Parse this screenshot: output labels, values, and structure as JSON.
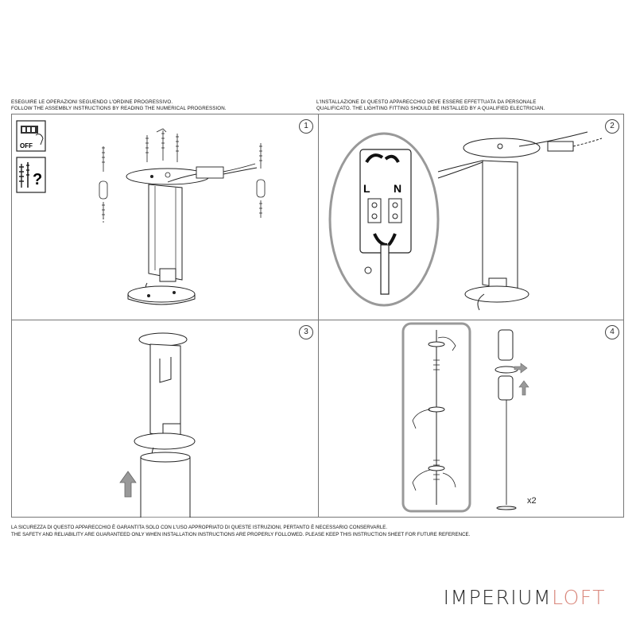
{
  "header": {
    "left_line1": "ESEGUIRE LE OPERAZIONI SEGUENDO L'ORDINE PROGRESSIVO.",
    "left_line2": "FOLLOW THE ASSEMBLY INSTRUCTIONS BY READING THE NUMERICAL PROGRESSION.",
    "right_line1": "L'INSTALLAZIONE DI QUESTO APPARECCHIO DEVE ESSERE EFFETTUATA DA PERSONALE",
    "right_line2": "QUALIFICATO. THE LIGHTING FITTING SHOULD BE INSTALLED BY A QUALIFIED ELECTRICIAN."
  },
  "steps": [
    {
      "number": "1",
      "icons": {
        "switch_label": "OFF",
        "tools_label": "?"
      }
    },
    {
      "number": "2",
      "terminal_left": "L",
      "terminal_right": "N"
    },
    {
      "number": "3"
    },
    {
      "number": "4",
      "quantity": "x2"
    }
  ],
  "footer": {
    "line1": "LA SICUREZZA DI QUESTO APPARECCHIO È GARANTITA SOLO CON L'USO APPROPRIATO DI QUESTE ISTRUZIONI, PERTANTO È NECESSARIO CONSERVARLE.",
    "line2": "THE SAFETY AND RELIABILITY ARE GUARANTEED ONLY WHEN INSTALLATION INSTRUCTIONS ARE PROPERLY FOLLOWED. PLEASE KEEP THIS INSTRUCTION SHEET FOR FUTURE REFERENCE."
  },
  "brand": {
    "part1": "IMPERIUM",
    "part2": "LOFT",
    "color1": "#2b2b2b",
    "color2": "#d9877c"
  }
}
